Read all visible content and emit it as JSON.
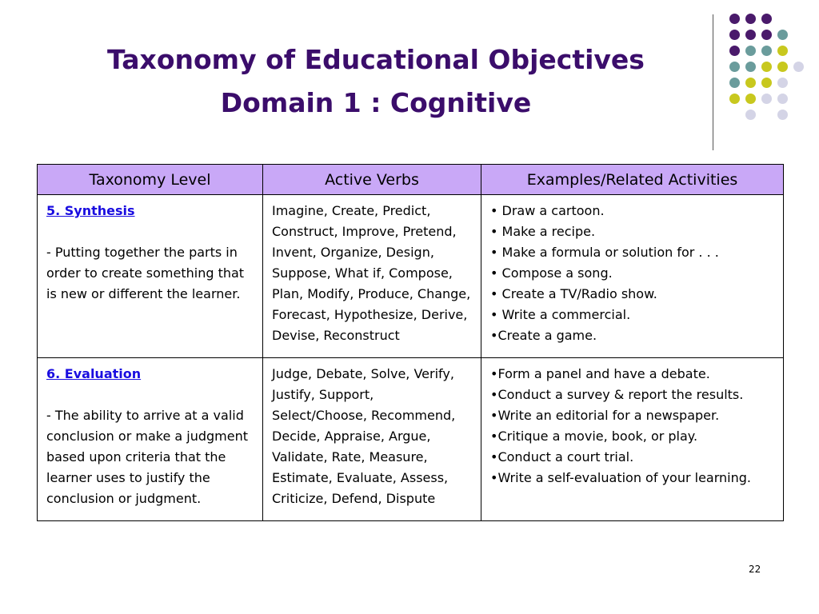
{
  "title": {
    "line1": "Taxonomy of Educational Objectives",
    "line2": "Domain 1 : Cognitive"
  },
  "colors": {
    "title": "#3b0d6b",
    "header_bg": "#c9a8f7",
    "level_link": "#1a0de0",
    "dot_purple": "#4a1a6b",
    "dot_teal": "#6a9c9c",
    "dot_yellow": "#c8c81e",
    "dot_lavender": "#d4d4e6"
  },
  "table": {
    "headers": [
      "Taxonomy Level",
      "Active Verbs",
      "Examples/Related Activities"
    ],
    "rows": [
      {
        "level_title": "5. Synthesis",
        "level_desc": "-  Putting together the parts in order to create something that is new or different the learner.",
        "verbs": "Imagine, Create, Predict, Construct, Improve, Pretend, Invent, Organize, Design, Suppose, What if, Compose, Plan, Modify, Produce, Change, Forecast, Hypothesize, Derive, Devise, Reconstruct",
        "examples": [
          "• Draw a cartoon.",
          "• Make a recipe.",
          "• Make a formula or solution for . . .",
          "• Compose a song.",
          "• Create a TV/Radio show.",
          "• Write a commercial.",
          "•Create a game."
        ]
      },
      {
        "level_title": "6. Evaluation",
        "level_desc": "-  The ability to arrive at a valid conclusion or make a judgment based upon criteria that the learner uses to justify the conclusion or judgment.",
        "verbs": "Judge, Debate, Solve, Verify, Justify, Support, Select/Choose, Recommend, Decide, Appraise, Argue, Validate, Rate, Measure, Estimate, Evaluate, Assess, Criticize, Defend, Dispute",
        "examples": [
          "•Form a panel and have a debate.",
          "•Conduct a survey & report the results.",
          "•Write an editorial for a newspaper.",
          "•Critique a movie, book, or play.",
          "•Conduct a court trial.",
          "•Write a self-evaluation of your learning."
        ]
      }
    ]
  },
  "slide_number": "22"
}
